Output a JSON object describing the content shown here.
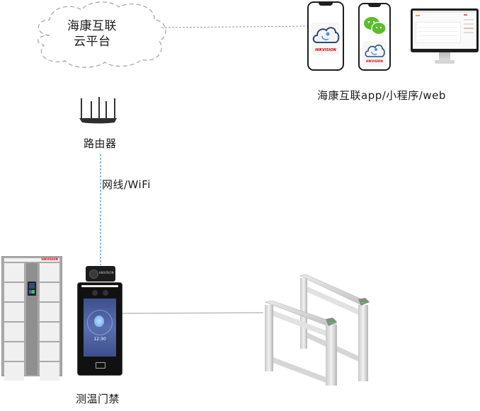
{
  "cloud": {
    "line1": "海康互联",
    "line2": "云平台"
  },
  "clients": {
    "label": "海康互联app/小程序/web",
    "app_brand": "HIKVISION",
    "miniprogram_brand": "HIKVISION"
  },
  "router": {
    "label": "路由器"
  },
  "link": {
    "label": "网线/WiFi"
  },
  "terminal": {
    "label": "测温门禁",
    "clock": "12:30",
    "camera_brand": "HIKVISION"
  },
  "locker": {
    "brand": "HIKVISION"
  },
  "colors": {
    "wechat_green": "#5bbd2b",
    "hik_red": "#d7000f",
    "cloud_blue": "#2b4a7a",
    "link_blue": "#6aa6e0",
    "indicator_green": "#3ccf4e"
  }
}
